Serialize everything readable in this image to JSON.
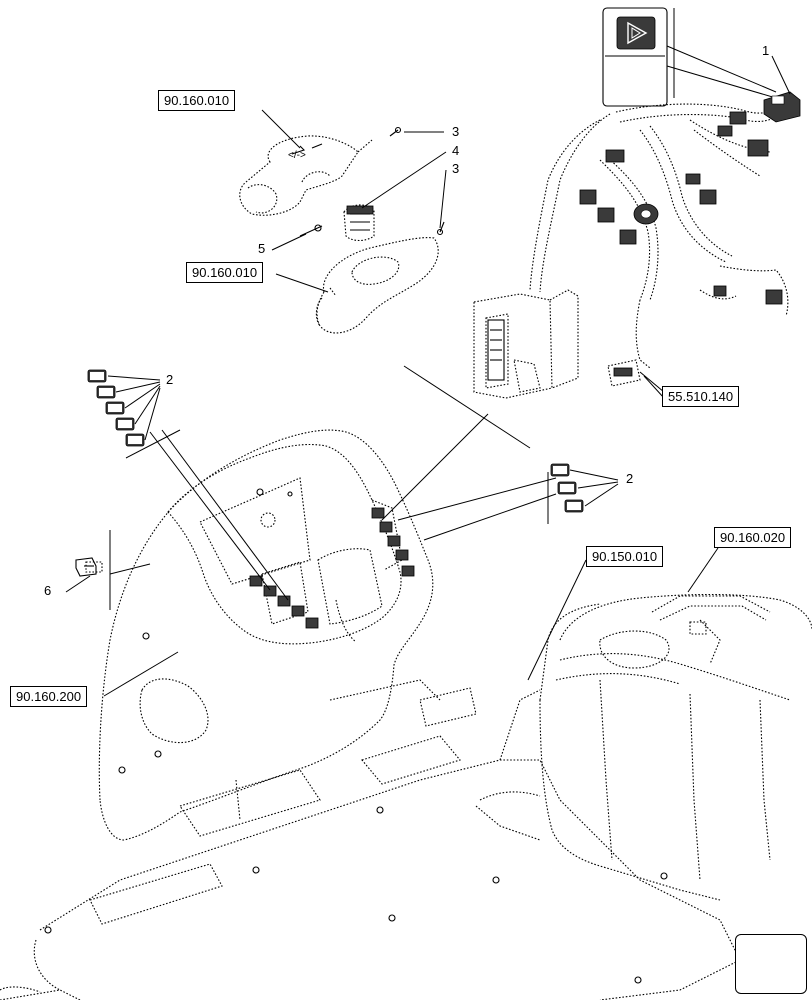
{
  "references": {
    "r_top_a": "90.160.010",
    "r_top_b": "90.160.010",
    "r_wiring": "55.510.140",
    "r_console": "90.160.200",
    "r_platform": "90.150.010",
    "r_cab": "90.160.020"
  },
  "callouts": {
    "c1": "1",
    "c2a": "2",
    "c2b": "2",
    "c3a": "3",
    "c3b": "3",
    "c4": "4",
    "c5": "5",
    "c6": "6"
  },
  "icons": {
    "warning_switch": "hazard-triangle-icon",
    "nav_arrow": "next-page-arrow-icon"
  },
  "colors": {
    "line": "#000000",
    "background": "#ffffff",
    "part_fill": "#3a3a3a"
  }
}
